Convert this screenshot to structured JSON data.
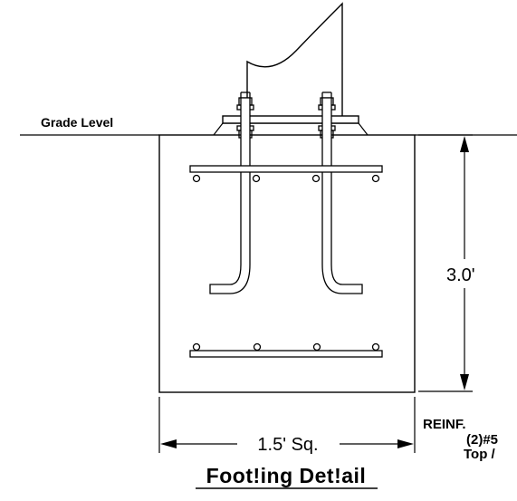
{
  "drawing": {
    "grade_label": "Grade Level",
    "height_dim": "3.0'",
    "width_dim": "1.5' Sq.",
    "reinf_line1": "REINF.",
    "reinf_line2": "(2)#5",
    "reinf_line3": "Top /",
    "title": "Foot!ing Det!ail"
  },
  "colors": {
    "line": "#000000",
    "background": "#ffffff"
  }
}
